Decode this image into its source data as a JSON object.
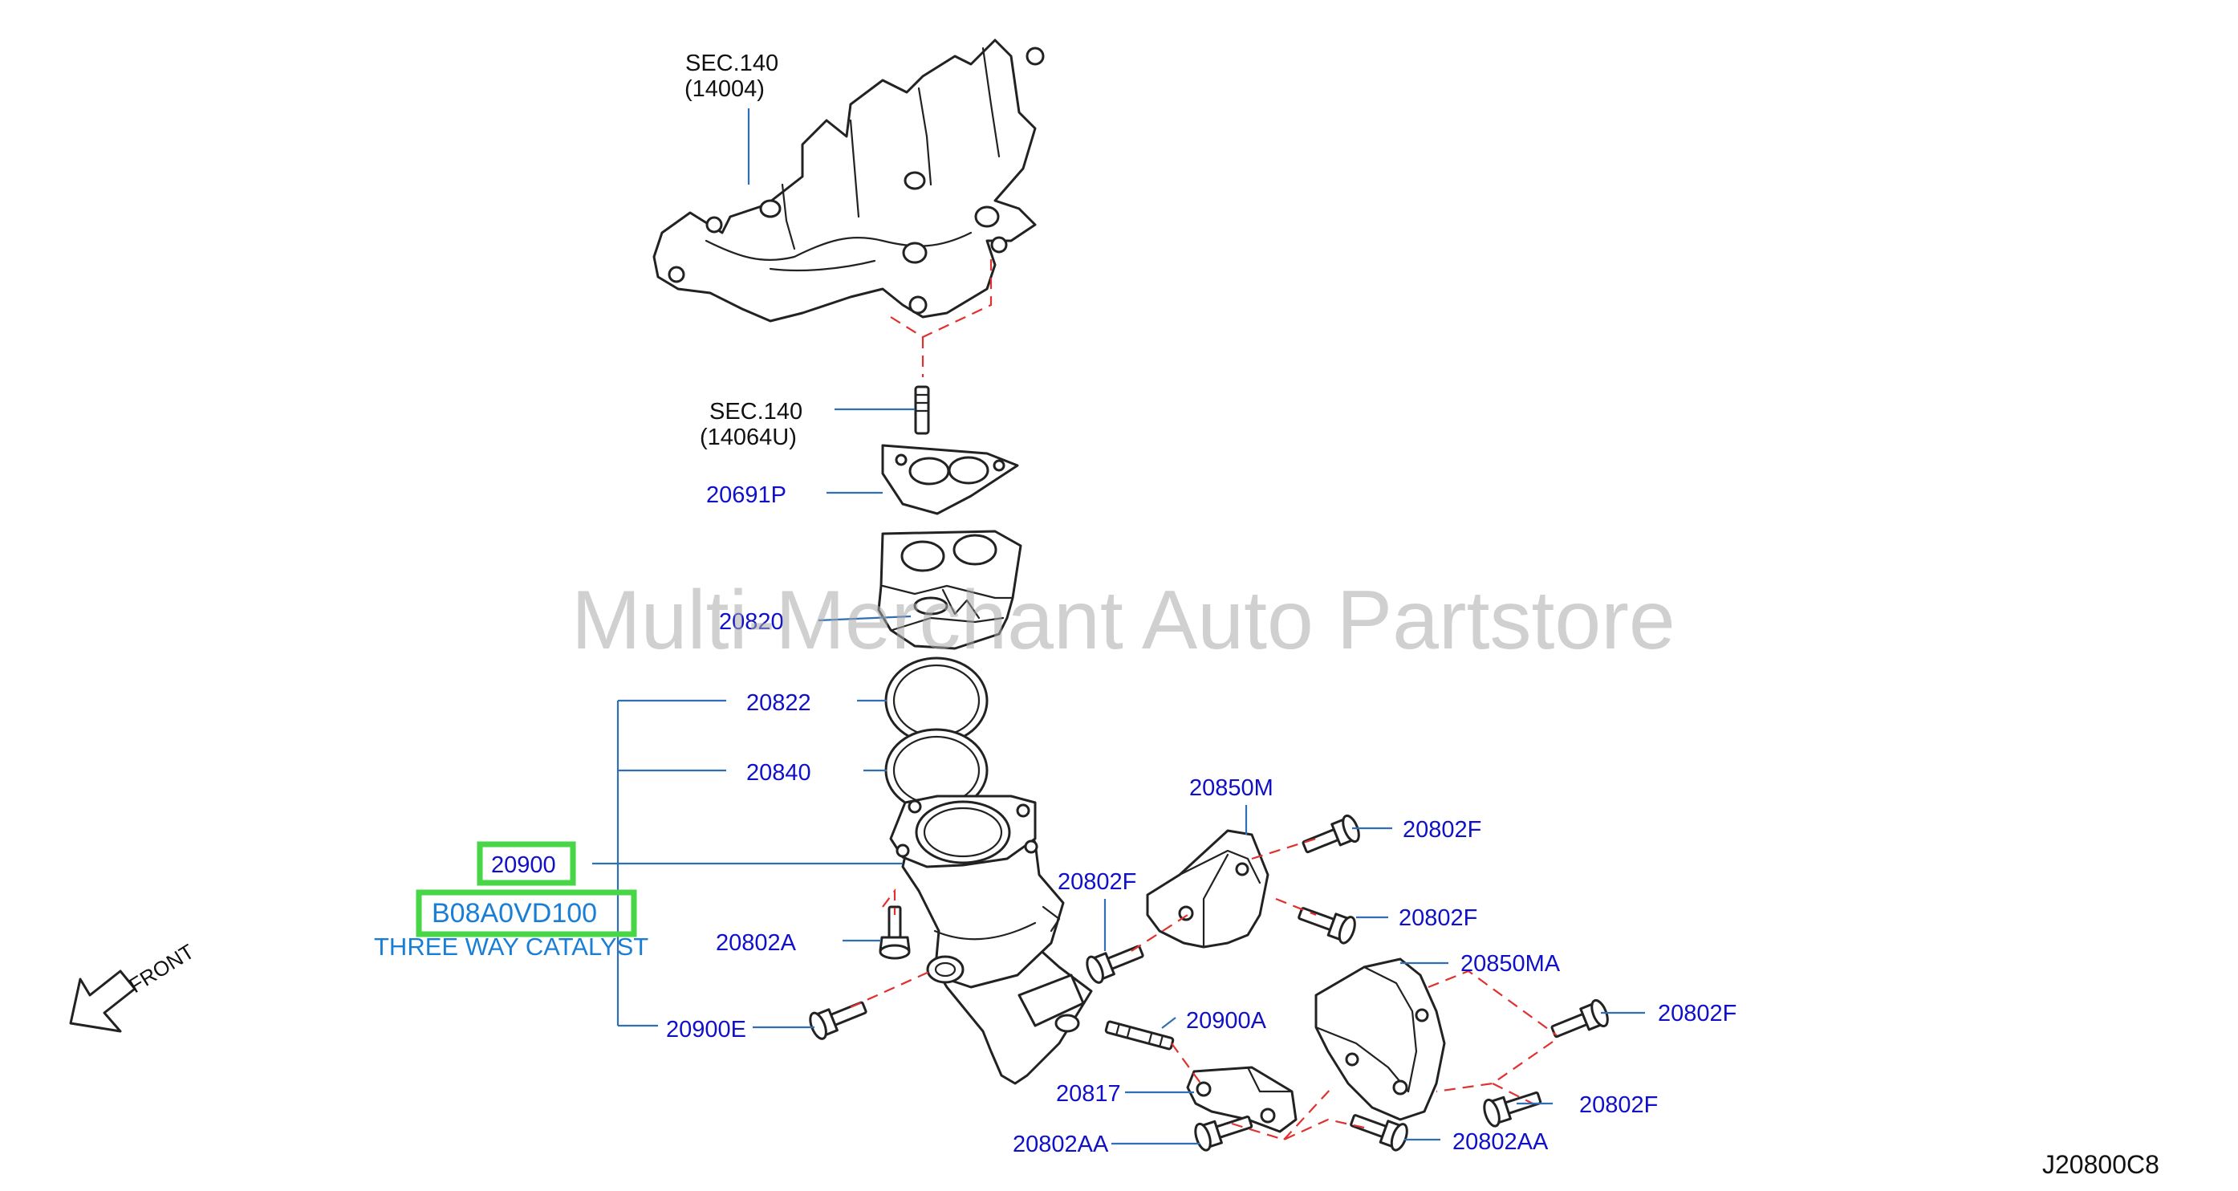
{
  "labels": {
    "sec_140_a": "SEC.140",
    "sec_140_a_ref": "(14004)",
    "sec_140_b": "SEC.140",
    "sec_140_b_ref": "(14064U)",
    "p_20691P": "20691P",
    "p_20820": "20820",
    "p_20822": "20822",
    "p_20840": "20840",
    "p_20900": "20900",
    "p_b08a0vd100": "B08A0VD100",
    "three_way_catalyst": "THREE WAY CATALYST",
    "p_20802A": "20802A",
    "p_20900E": "20900E",
    "p_20850M": "20850M",
    "p_20802F_1": "20802F",
    "p_20802F_2": "20802F",
    "p_20802F_3": "20802F",
    "p_20802F_4": "20802F",
    "p_20802F_5": "20802F",
    "p_20850MA": "20850MA",
    "p_20900A": "20900A",
    "p_20817": "20817",
    "p_20802AA_1": "20802AA",
    "p_20802AA_2": "20802AA",
    "front": "FRONT",
    "diagram_code": "J20800C8"
  },
  "watermark": "Multi-Merchant Auto Partstore",
  "colors": {
    "part_number": "#1010c8",
    "description": "#1a7fd4",
    "highlight": "#46d646",
    "leader_line": "#2f6fb5",
    "dashed_line": "#e0312f"
  }
}
